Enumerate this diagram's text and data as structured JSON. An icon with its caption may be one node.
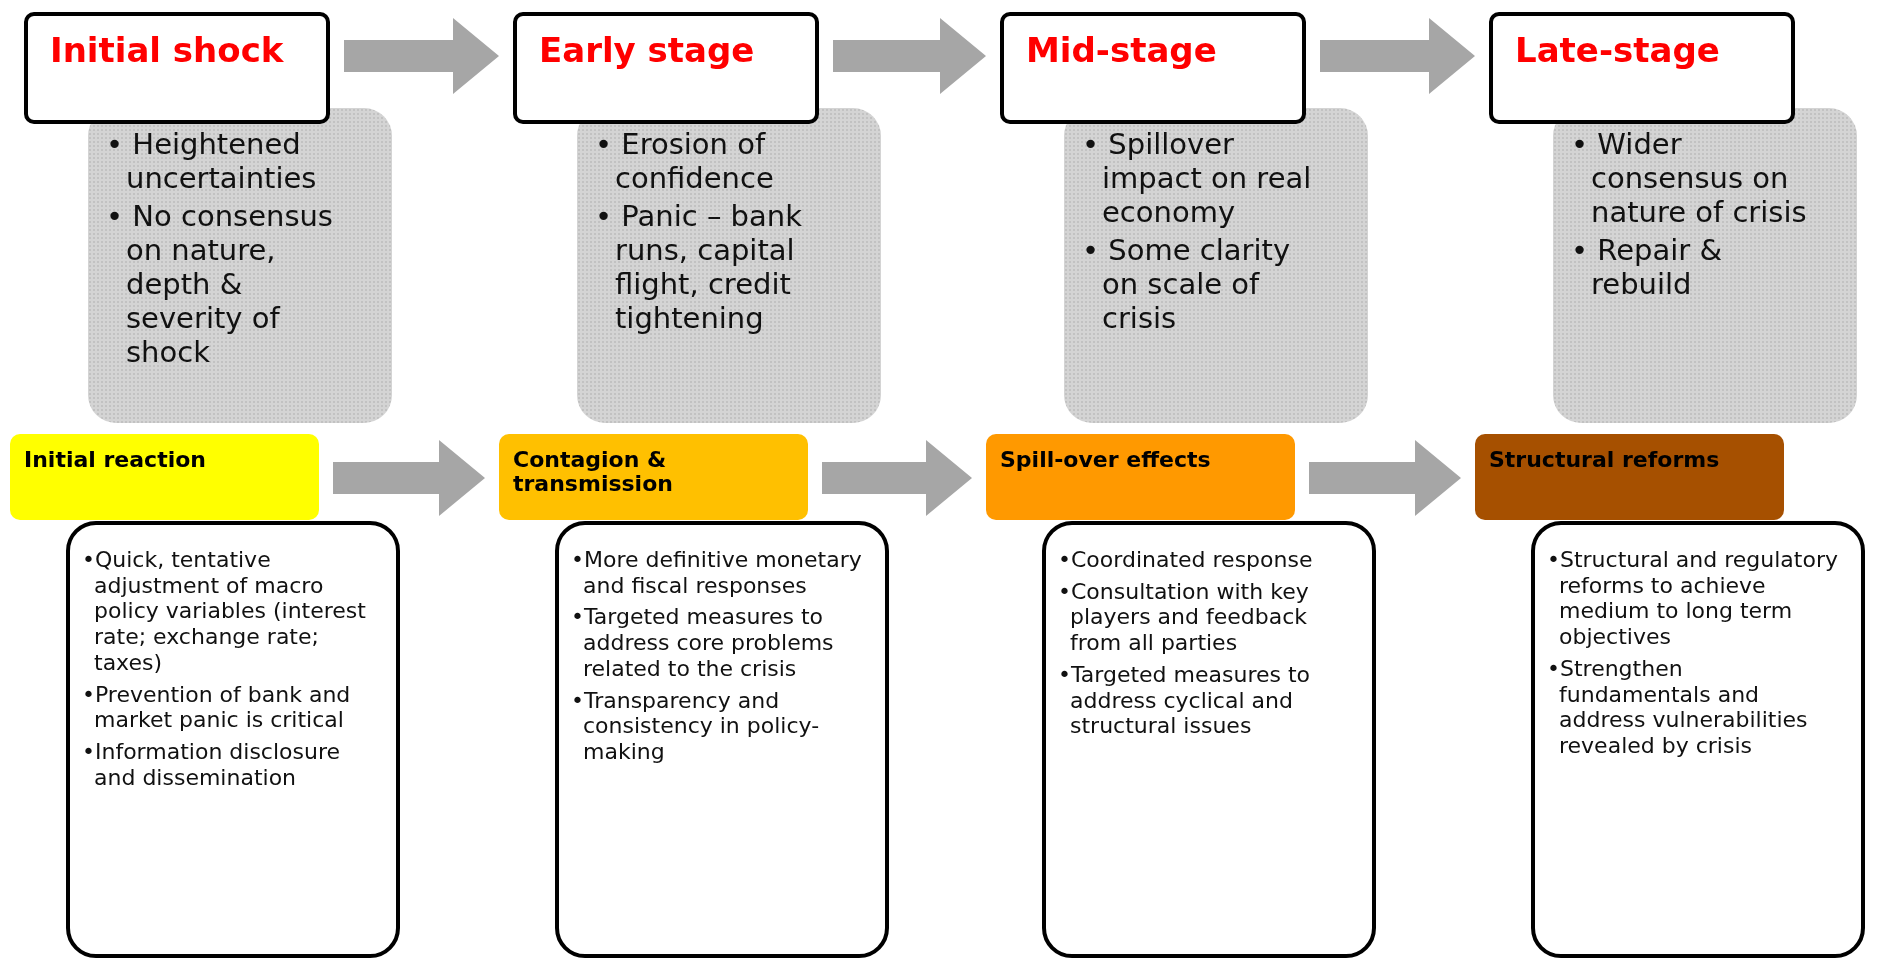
{
  "diagram": {
    "nodes": [
      {
        "text": [
          "Initial shock"
        ]
      },
      {
        "text": [
          "Early stage"
        ]
      },
      {
        "text": [
          "Mid-stage"
        ]
      },
      {
        "text": [
          "Late-stage"
        ]
      },
      {
        "text": [
          "• Heightened uncertainties",
          "• No consensus on nature, depth & severity of shock"
        ]
      },
      {
        "text": [
          "• Erosion of confidence",
          "• Panic – bank runs, capital flight, credit tightening"
        ]
      },
      {
        "text": [
          "• Spillover impact on real economy",
          "• Some clarity on scale of crisis"
        ]
      },
      {
        "text": [
          "• Wider consensus on nature of crisis",
          "• Repair & rebuild"
        ]
      },
      {
        "text": [
          "Initial reaction"
        ]
      },
      {
        "text": [
          "Contagion & transmission"
        ]
      },
      {
        "text": [
          "Spill-over effects"
        ]
      },
      {
        "text": [
          "Structural reforms"
        ]
      },
      {
        "text": [
          "•Quick, tentative adjustment of macro policy variables  (interest rate; exchange rate; taxes)",
          "•Prevention of bank and market panic is critical",
          "•Information disclosure and dissemination"
        ]
      },
      {
        "text": [
          "•More definitive monetary and fiscal responses",
          "•Targeted measures to address core problems related to the crisis",
          "•Transparency and consistency in policy-making"
        ]
      },
      {
        "text": [
          "•Coordinated response",
          "•Consultation with key players and feedback from all parties",
          "•Targeted measures to address cyclical and structural issues"
        ]
      },
      {
        "text": [
          "•Structural and regulatory reforms to achieve medium to long term objectives",
          "•Strengthen fundamentals and address vulnerabilities revealed by crisis"
        ]
      }
    ],
    "edges": [
      {
        "from": 0,
        "to": 1,
        "arrow": "to"
      },
      {
        "from": 1,
        "to": 2,
        "arrow": "to"
      },
      {
        "from": 2,
        "to": 3,
        "arrow": "to"
      },
      {
        "from": 8,
        "to": 9,
        "arrow": "to"
      },
      {
        "from": 9,
        "to": 10,
        "arrow": "to"
      },
      {
        "from": 10,
        "to": 11,
        "arrow": "to"
      }
    ]
  }
}
